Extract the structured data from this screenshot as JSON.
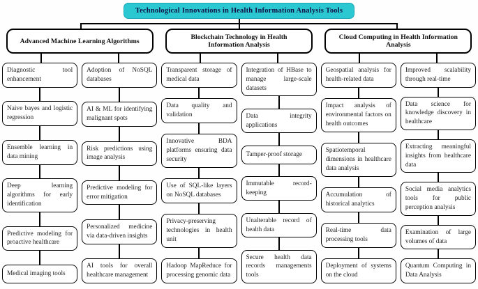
{
  "title": "Technological Innovations in Health Information Analysis Tools",
  "colors": {
    "title_bg": "#2bc8d2",
    "title_text": "#121244",
    "box_border": "#000000",
    "connector": "#000000",
    "background": "#fefefe"
  },
  "branches": [
    {
      "label": "Advanced Machine Learning Algorithms",
      "columns": [
        {
          "items": [
            "Diagnostic tool enhancement",
            "Naive bayes and logistic regression",
            "Ensemble learning in data mining",
            "Deep learning algorithms for early identification",
            "Predictive modeling for proactive healthcare",
            "Medical imaging tools"
          ]
        },
        {
          "items": [
            "Adoption of NoSQL databases",
            "AI & ML for identifying malignant spots",
            "Risk predictions using image analysis",
            "Predictive modeling for error mitigation",
            "Personalized medicine via data-driven insights",
            "AI tools for overall healthcare management"
          ]
        }
      ]
    },
    {
      "label": "Blockchain Technology in Health Information Analysis",
      "columns": [
        {
          "items": [
            "Transparent storage of medical data",
            "Data quality and validation",
            "Innovative BDA platforms ensuring data security",
            "Use of SQL-like layers on NoSQL databases",
            "Privacy-preserving technologies in health unit",
            "Hadoop MapReduce for processing genomic data"
          ]
        },
        {
          "items": [
            "Integration of HBase to manage large-scale datasets",
            "Data integrity applications",
            "Tamper-proof storage",
            "Immutable record-keeping",
            "Unalterable record of health data",
            "Secure health data records managements tools"
          ]
        }
      ]
    },
    {
      "label": "Cloud Computing in Health Information Analysis",
      "columns": [
        {
          "items": [
            "Geospatial analysis for health-related data",
            "Impact analysis of environmental factors on health outcomes",
            "Spatiotemporal dimensions in healthcare data analysis",
            "Accumulation of historical analytics",
            "Real-time data processing tools",
            "Deployment of systems on the cloud"
          ]
        },
        {
          "items": [
            "Improved scalability through real-time",
            "Data science for knowledge discovery in healthcare",
            "Extracting meaningful insights from healthcare data",
            "Social media analytics tools for public perception analysis",
            "Examination of large volumes of data",
            "Quantum Computing in Data Analysis"
          ]
        }
      ]
    }
  ]
}
